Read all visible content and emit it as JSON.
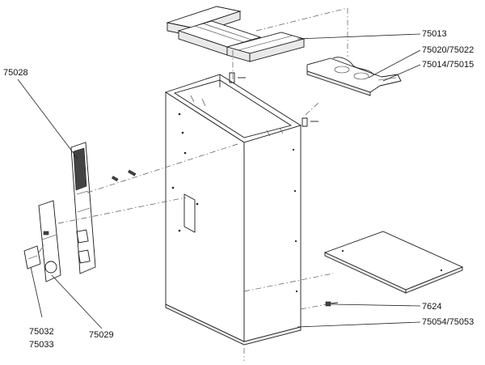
{
  "labels": {
    "p75013": "75013",
    "p75020": "75020/75022",
    "p75014": "75014/75015",
    "p75028": "75028",
    "p7624": "7624",
    "p75054": "75054/75053",
    "p75032": "75032",
    "p75033": "75033",
    "p75029": "75029"
  }
}
